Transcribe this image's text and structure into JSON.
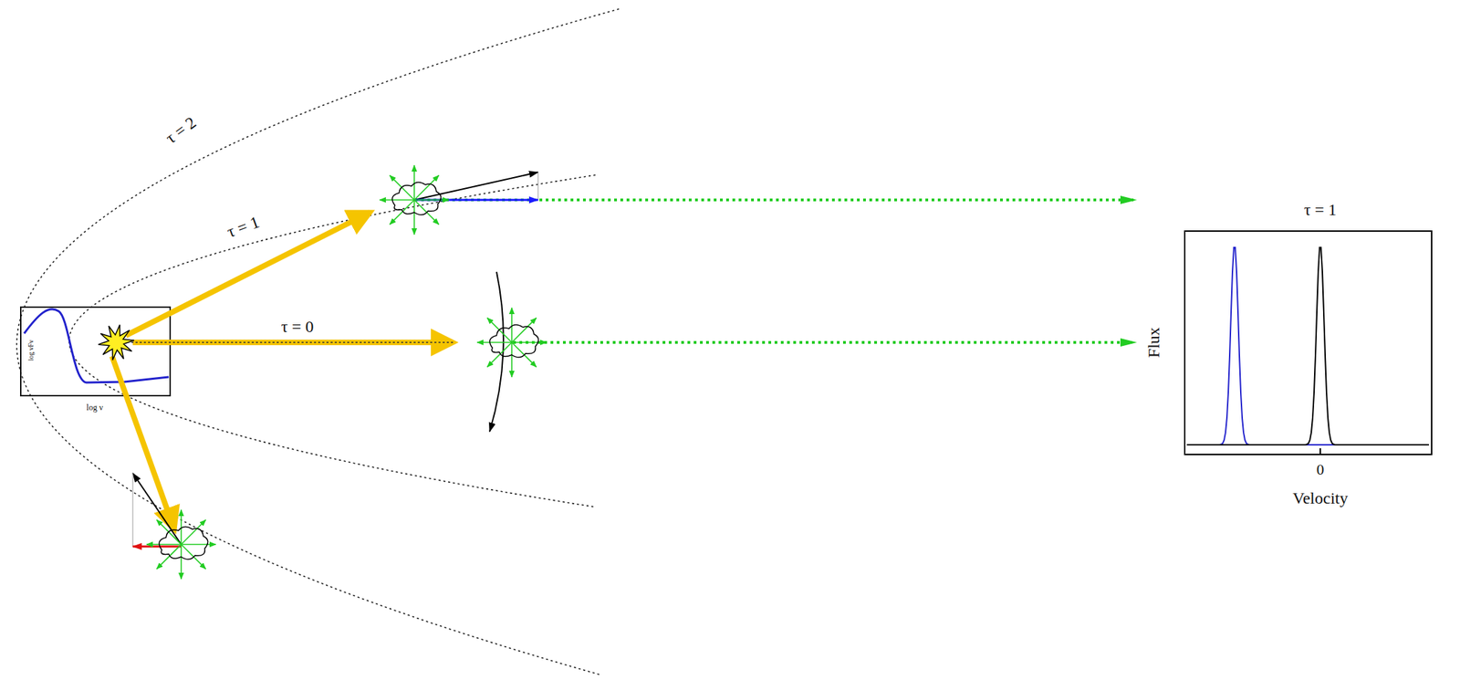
{
  "diagram": {
    "labels": [
      "τ = 2",
      "τ = 1",
      "τ = 0",
      "log νFν",
      "log ν",
      "τ = 1",
      "Flux",
      "0",
      "Velocity"
    ]
  }
}
